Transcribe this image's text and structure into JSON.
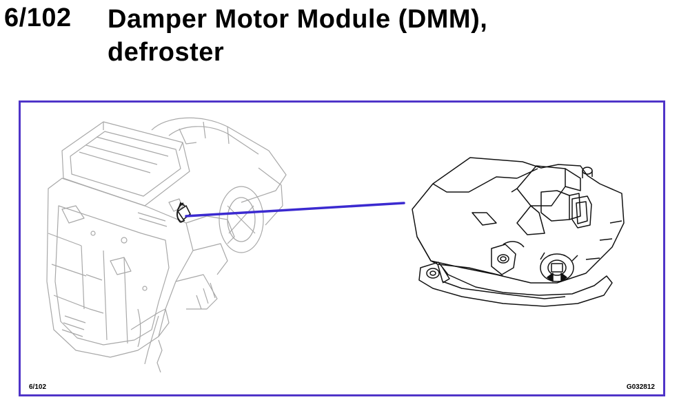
{
  "heading": {
    "ref_number": "6/102",
    "title": "Damper Motor Module (DMM), defroster"
  },
  "figure": {
    "caption_left": "6/102",
    "caption_right": "G032812",
    "frame_color": "#4f34c8",
    "leader_color": "#3b2ad0",
    "left_part": "heater-unit-assembly",
    "right_part": "damper-motor-module"
  }
}
